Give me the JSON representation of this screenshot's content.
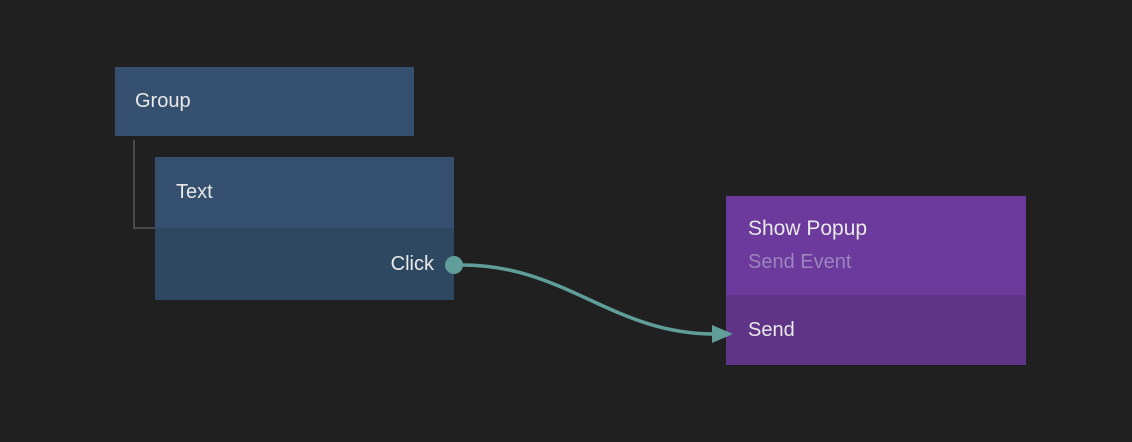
{
  "colors": {
    "background": "#202020",
    "node_blue": "#35506e",
    "node_blue_dark": "#2e4862",
    "node_purple": "#6b3a9c",
    "node_purple_dark": "#5f3487",
    "wire_teal": "#5f9e99",
    "text_primary": "#e8e8e8",
    "text_muted": "#9c84be",
    "tree_line": "#4a4a4a"
  },
  "nodes": {
    "group": {
      "title": "Group"
    },
    "text": {
      "title": "Text",
      "output_label": "Click"
    },
    "show_popup": {
      "title": "Show Popup",
      "subtitle": "Send Event",
      "input_label": "Send"
    }
  }
}
